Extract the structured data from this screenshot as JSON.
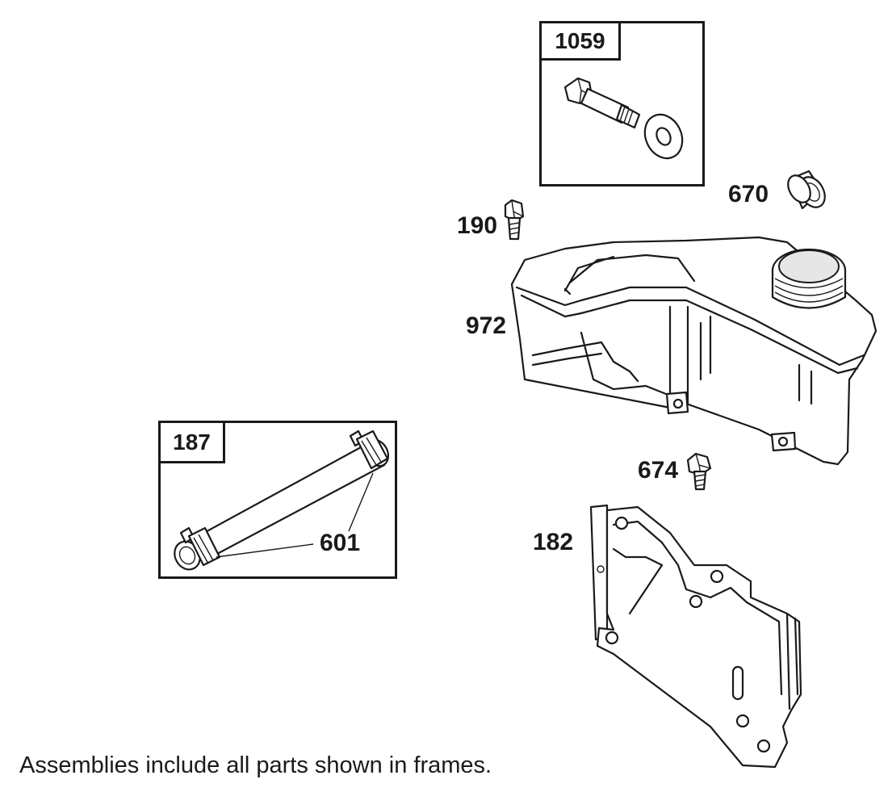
{
  "frames": {
    "frame_1059": {
      "tag": "1059"
    },
    "frame_187": {
      "tag": "187"
    }
  },
  "labels": {
    "p670": "670",
    "p190": "190",
    "p972": "972",
    "p674": "674",
    "p182": "182",
    "p601": "601"
  },
  "footnote": "Assemblies include all parts shown in frames.",
  "colors": {
    "line": "#1a1a1a",
    "background": "#ffffff",
    "shade": "#e6e6e6"
  }
}
